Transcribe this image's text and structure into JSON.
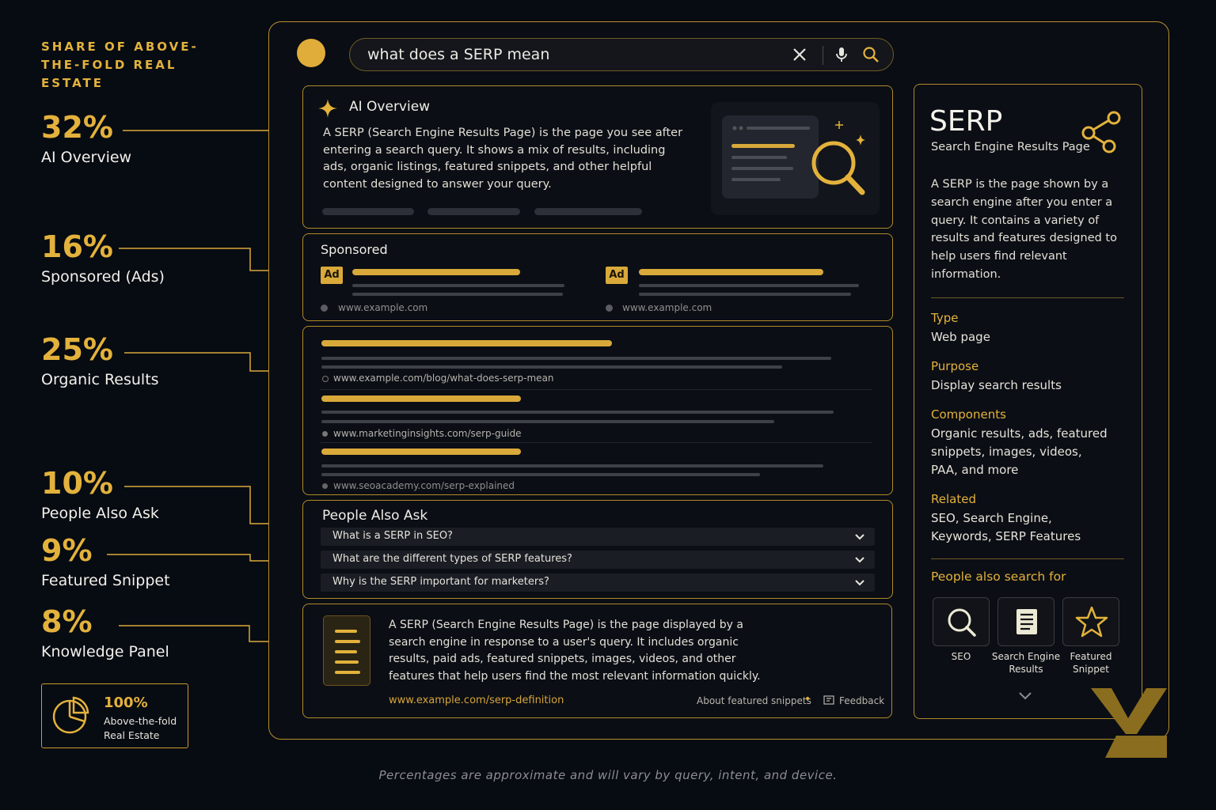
{
  "legend": {
    "heading": "SHARE OF ABOVE-THE-FOLD REAL ESTATE",
    "items": [
      {
        "pct": "32%",
        "label": "AI Overview"
      },
      {
        "pct": "16%",
        "label": "Sponsored (Ads)"
      },
      {
        "pct": "25%",
        "label": "Organic Results"
      },
      {
        "pct": "10%",
        "label": "People Also Ask"
      },
      {
        "pct": "9%",
        "label": "Featured Snippet"
      },
      {
        "pct": "8%",
        "label": "Knowledge Panel"
      }
    ],
    "total": {
      "pct": "100%",
      "label": "Above-the-fold Real Estate"
    }
  },
  "search": {
    "query": "what does a SERP mean"
  },
  "ai_overview": {
    "title": "AI Overview",
    "body": "A SERP (Search Engine Results Page) is the page you see after entering a search query. It shows a mix of results, including ads, organic listings, featured snippets, and other helpful content designed to answer your query."
  },
  "sponsored": {
    "title": "Sponsored",
    "ads": [
      {
        "badge": "Ad",
        "url": "www.example.com"
      },
      {
        "badge": "Ad",
        "url": "www.example.com"
      }
    ]
  },
  "organic": {
    "results": [
      {
        "url": "www.example.com/blog/what-does-serp-mean"
      },
      {
        "url": "www.marketinginsights.com/serp-guide"
      },
      {
        "url": "www.seoacademy.com/serp-explained"
      }
    ]
  },
  "paa": {
    "title": "People Also Ask",
    "questions": [
      "What is a SERP in SEO?",
      "What are the different types of SERP features?",
      "Why is the SERP important for marketers?"
    ]
  },
  "snippet": {
    "body": "A SERP (Search Engine Results Page) is the page displayed by a search engine in response to a user's query. It includes organic results, paid ads, featured snippets, images, videos, and other features that help users find the most relevant information quickly.",
    "link": "www.example.com/serp-definition",
    "about": "About featured snippets",
    "feedback": "Feedback"
  },
  "knowledge_panel": {
    "name": "SERP",
    "subtitle": "Search Engine Results Page",
    "description": "A SERP is the page shown by a search engine after you enter a query. It contains a variety of results and features designed to help users find relevant information.",
    "facts": [
      {
        "label": "Type",
        "value": "Web page"
      },
      {
        "label": "Purpose",
        "value": "Display search results"
      },
      {
        "label": "Components",
        "value": "Organic results, ads, featured snippets, images, videos, PAA, and more"
      },
      {
        "label": "Related",
        "value": "SEO, Search Engine, Keywords, SERP Features"
      }
    ],
    "also_search_title": "People also search for",
    "also_search": [
      {
        "label": "SEO",
        "icon": "search-icon"
      },
      {
        "label": "Search Engine Results",
        "icon": "document-icon"
      },
      {
        "label": "Featured Snippet",
        "icon": "star-icon"
      }
    ]
  },
  "footnote": "Percentages are approximate and will vary by query, intent, and device.",
  "colors": {
    "accent": "#e3b23c",
    "background": "#070b12",
    "panel": "#0b0e14"
  }
}
